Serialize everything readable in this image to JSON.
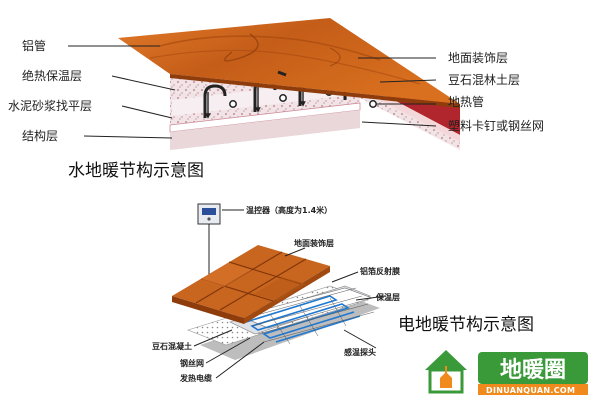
{
  "water_diagram": {
    "title": "水地暖节构示意图",
    "left_labels": [
      "铝管",
      "绝热保温层",
      "水泥砂浆找平层",
      "结构层"
    ],
    "right_labels": [
      "地面装饰层",
      "豆石混林土层",
      "地热管",
      "塑料卡钉或钢丝网"
    ]
  },
  "electric_diagram": {
    "title": "电地暖节构示意图",
    "thermostat_label": "温控器（高度为1.4米）",
    "layer_labels": {
      "floor_finish": "地面装饰层",
      "foil": "铝箔反射膜",
      "insulation": "保温层",
      "concrete": "豆石混凝土",
      "mesh": "钢丝网",
      "cable": "发热电缆",
      "probe": "感温探头"
    }
  },
  "brand": {
    "name": "地暖圈",
    "domain": "DINUANQUAN.COM",
    "colors": {
      "green": "#3a9a3a",
      "orange": "#f08a1c",
      "wood": "#c8651e"
    }
  }
}
